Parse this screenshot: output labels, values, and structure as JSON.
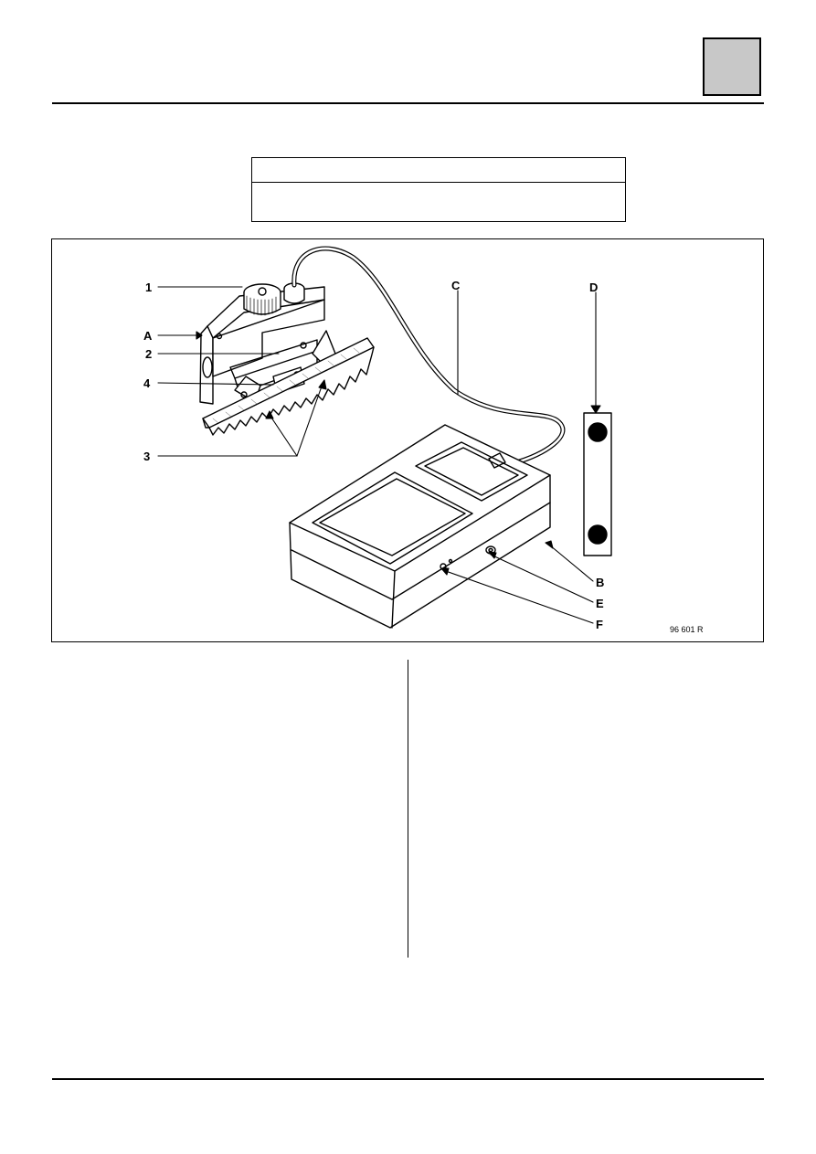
{
  "figure": {
    "labels": {
      "one": "1",
      "two": "2",
      "three": "3",
      "four": "4",
      "a": "A",
      "b": "B",
      "c": "C",
      "d": "D",
      "e": "E",
      "f": "F"
    },
    "reference": "96 601 R"
  }
}
